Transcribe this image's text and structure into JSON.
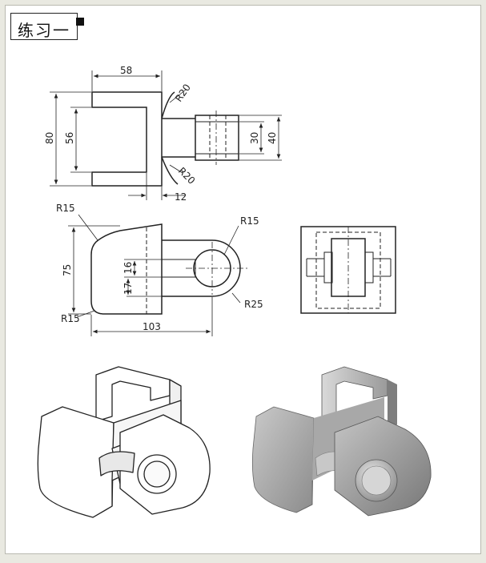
{
  "title": "练习一",
  "dimensions": {
    "top_width": "58",
    "top_height_outer": "80",
    "top_height_inner": "56",
    "top_fillet_upper": "R20",
    "top_fillet_lower": "R20",
    "top_lug_width": "30",
    "top_lug_outer": "40",
    "top_offset": "12",
    "front_r_upper_left": "R15",
    "front_r_lower_left": "R15",
    "front_r_hole": "R15",
    "front_r_outer": "R25",
    "front_height": "75",
    "front_d1": "16",
    "front_d2": "17",
    "front_length": "103"
  },
  "colors": {
    "ink": "#222222",
    "page": "#ffffff",
    "frame_bg": "#e9e9e1",
    "shade_dark": "#8a8a8a",
    "shade_mid": "#b8b8b8",
    "shade_light": "#dedede"
  }
}
